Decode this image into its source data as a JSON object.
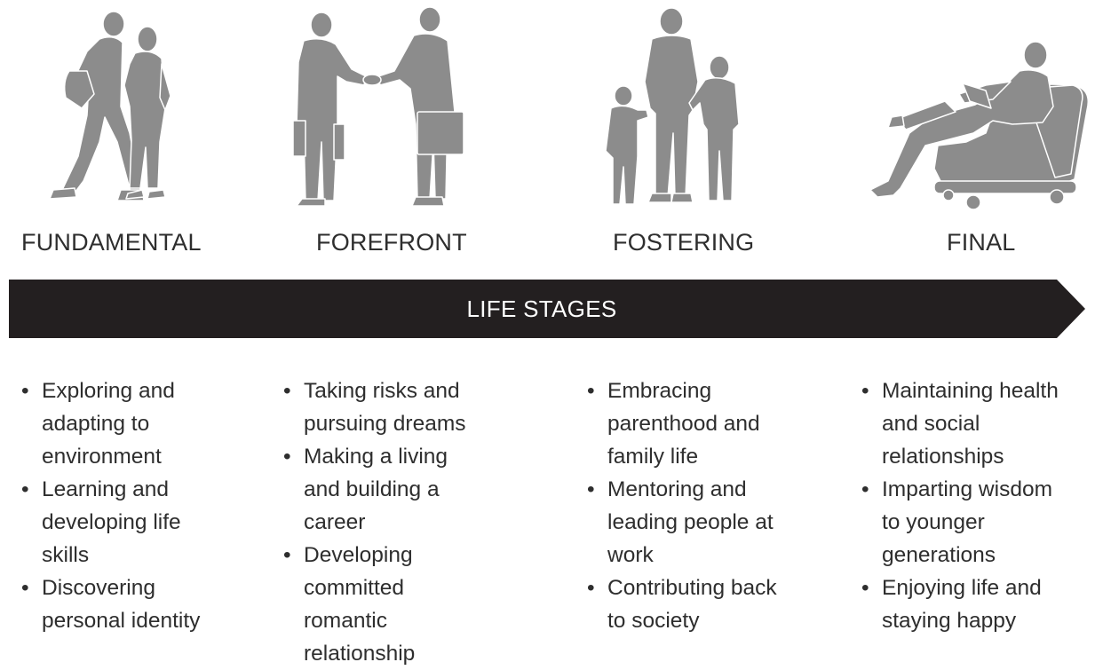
{
  "colors": {
    "arrow": "#231f20",
    "figure": "#8c8c8c",
    "figure_line": "#ffffff",
    "text": "#2e2e2e"
  },
  "arrow": {
    "label": "LIFE STAGES"
  },
  "stages": [
    {
      "title": "FUNDAMENTAL",
      "icon": "walking-couple-icon",
      "bullets": [
        "Exploring and adapting to environment",
        "Learning and developing life skills",
        "Discovering personal identity"
      ]
    },
    {
      "title": "FOREFRONT",
      "icon": "business-handshake-icon",
      "bullets": [
        "Taking risks and pursuing dreams",
        "Making a living and building a career",
        "Developing committed romantic relationship"
      ]
    },
    {
      "title": "FOSTERING",
      "icon": "family-icon",
      "bullets": [
        "Embracing parenthood and family life",
        "Mentoring and leading people at work",
        "Contributing back to society"
      ]
    },
    {
      "title": "FINAL",
      "icon": "man-reading-in-armchair-icon",
      "bullets": [
        "Maintaining health and social relationships",
        "Imparting wisdom to younger generations",
        "Enjoying life and staying happy"
      ]
    }
  ]
}
